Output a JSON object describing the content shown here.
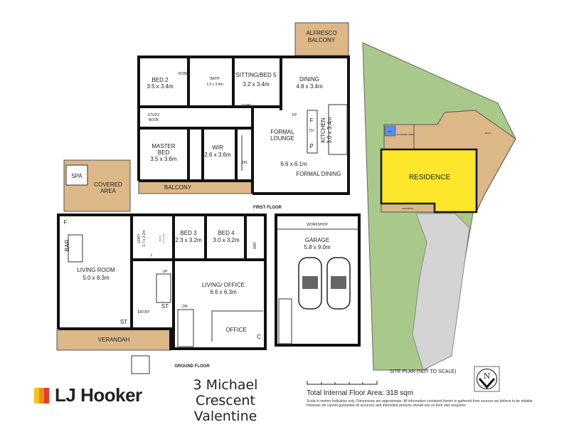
{
  "colors": {
    "deck": "#dcb787",
    "residence": "#fde72a",
    "lawn": "#a8c98a",
    "spa": "#5b8ef0",
    "logo_bars": [
      "#f6c31a",
      "#f08a1d",
      "#e63a2e"
    ]
  },
  "first_floor": {
    "title": "FIRST FLOOR",
    "rooms": {
      "alfresco": "ALFRESCO",
      "alfresco2": "BALCONY",
      "bed2": "BED 2",
      "bed2_dim": "3.5 x 3.4m",
      "robe1": "ROBE",
      "bath": "BATH",
      "bath_dim": "1.5 x 3.4m",
      "sitting": "SITTING/BED 5",
      "sitting_dim": "3.2 x 3.4m",
      "robe2": "ROBE",
      "dining": "DINING",
      "dining_dim": "4.8 x 3.4m",
      "study": "STUDY",
      "study2": "NOOK",
      "fp": "FP",
      "f": "F",
      "ov": "OV",
      "p": "P",
      "kitchen": "KITCHEN",
      "kitchen_dim": "3.0 x 3.4m",
      "master": "MASTER",
      "master2": "BED",
      "master_dim": "3.5 x 3.6m",
      "wir": "WIR",
      "wir_dim": "2.6 x 3.6m",
      "dn": "DN",
      "lounge": "FORMAL",
      "lounge2": "LOUNGE",
      "lounge_dim": "6.6 x 6.1m",
      "formal_dining": "FORMAL DINING",
      "balcony": "BALCONY"
    }
  },
  "covered": {
    "spa": "SPA",
    "covered": "COVERED",
    "covered2": "AREA"
  },
  "ground_floor": {
    "title": "GROUND FLOOR",
    "rooms": {
      "f": "F",
      "bar": "BAR",
      "living": "LIVING ROOM",
      "living_dim": "5.0 x 8.3m",
      "st1": "ST",
      "entry": "ENTRY",
      "verandah": "VERANDAH",
      "ldry": "LDRY",
      "ldry_dim": "1.7 x 3.2m",
      "l": "L",
      "bath": "BATH",
      "bath_dim": "1.2 x 3.2m",
      "bed3": "BED 3",
      "bed3_dim": "2.3 x 3.2m",
      "bed4": "BED 4",
      "bed4_dim": "3.0 x 3.2m",
      "wir": "WIR",
      "up": "UP",
      "st2": "ST",
      "dn": "DN",
      "living_office": "LIVING/ OFFICE",
      "living_office_dim": "6.6 x 6.3m",
      "office": "OFFICE",
      "c": "C"
    }
  },
  "garage": {
    "workshop": "WORKSHOP",
    "garage": "GARAGE",
    "dim": "5.8 x 9.0m"
  },
  "site": {
    "residence": "RESIDENCE",
    "spa": "SPA",
    "covered": "COVERED AREA",
    "deck": "DECK",
    "verandah": "VERANDAH",
    "title": "SITE PLAN (NOT TO SCALE)",
    "north": "N"
  },
  "footer": {
    "brand": "LJ Hooker",
    "address_line1": "3 Michael Crescent",
    "address_line2": "Valentine",
    "total_area": "Total Internal Floor Area: 318 sqm",
    "disclaimer": "Scale in metres Indicative only. Dimensions are approximate. All information contained herein is gathered from sources we believe to be reliable. However we cannot guarantee its accuracy and interested persons should rely on their own enquiries"
  }
}
